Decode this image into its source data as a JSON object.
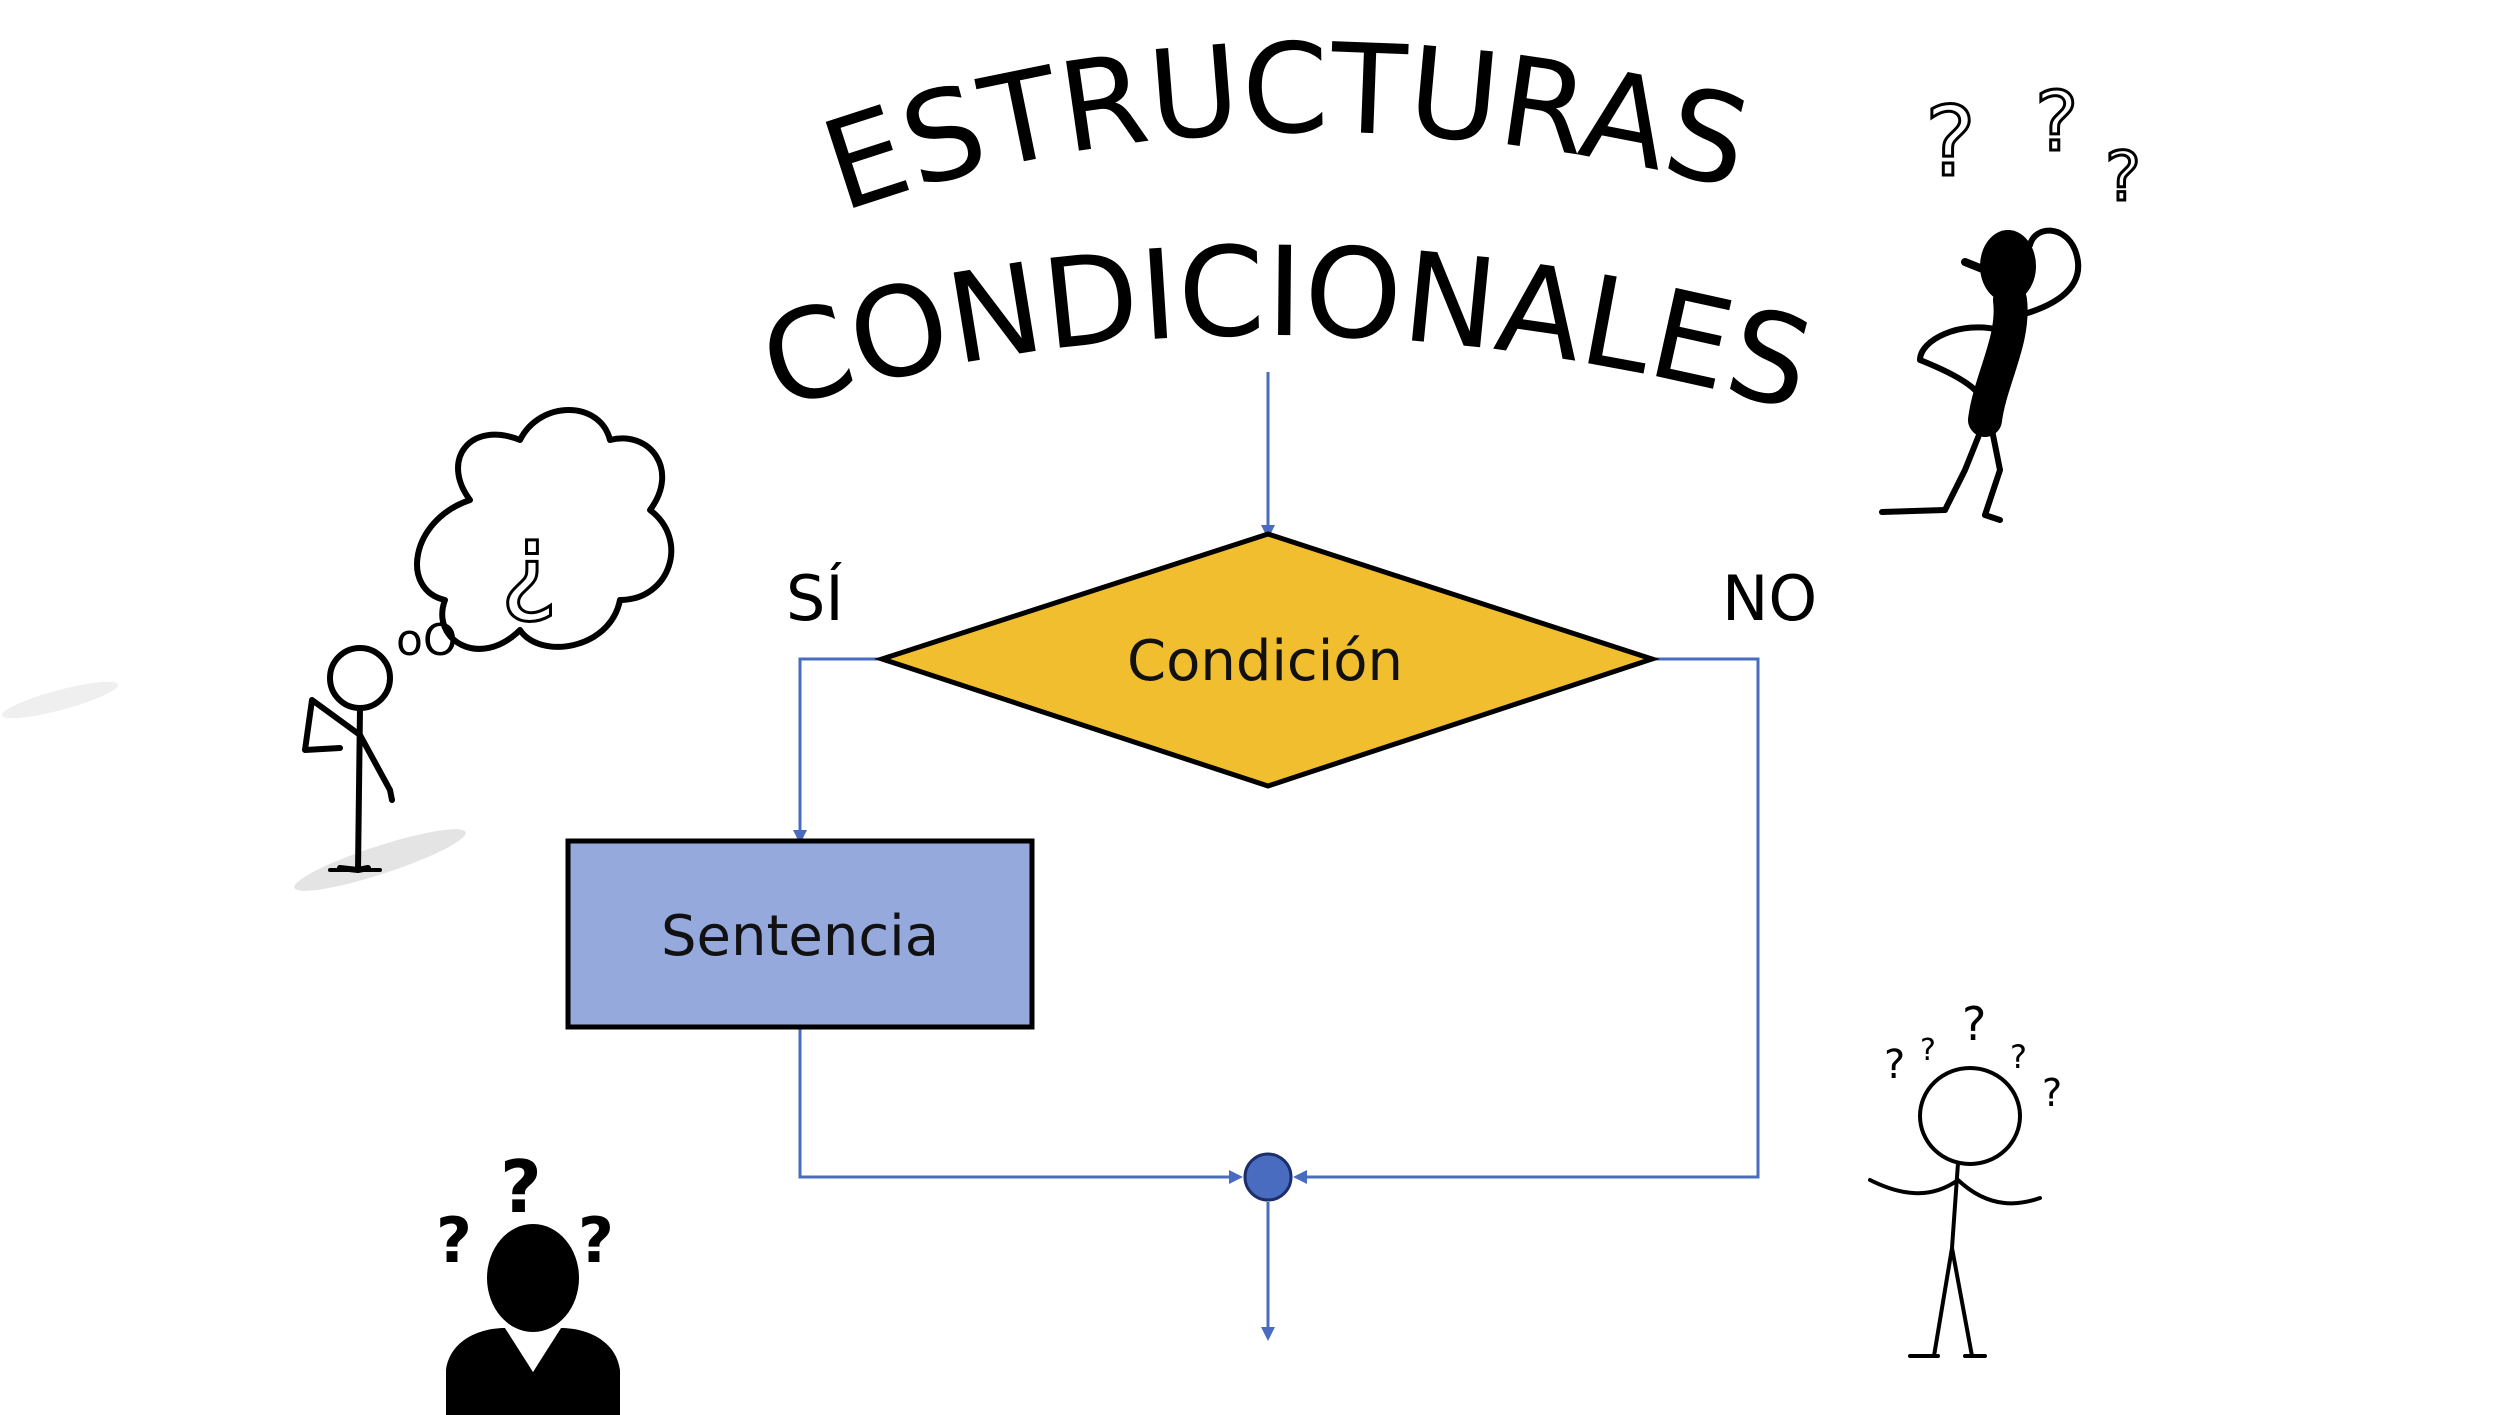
{
  "title": {
    "line1": "ESTRUCTURAS",
    "line2": "CONDICIONALES"
  },
  "flowchart": {
    "decision_label": "Condición",
    "statement_label": "Sentencia",
    "yes_label": "SÍ",
    "no_label": "NO"
  },
  "colors": {
    "decision_fill": "#f0be2e",
    "statement_fill": "#96a9dc",
    "connector": "#4a6cc0",
    "junction": "#4a6cc0"
  },
  "illustrations": {
    "question_mark": "?",
    "inverted_question_mark": "¿",
    "thought_bubble_small": "oO"
  }
}
